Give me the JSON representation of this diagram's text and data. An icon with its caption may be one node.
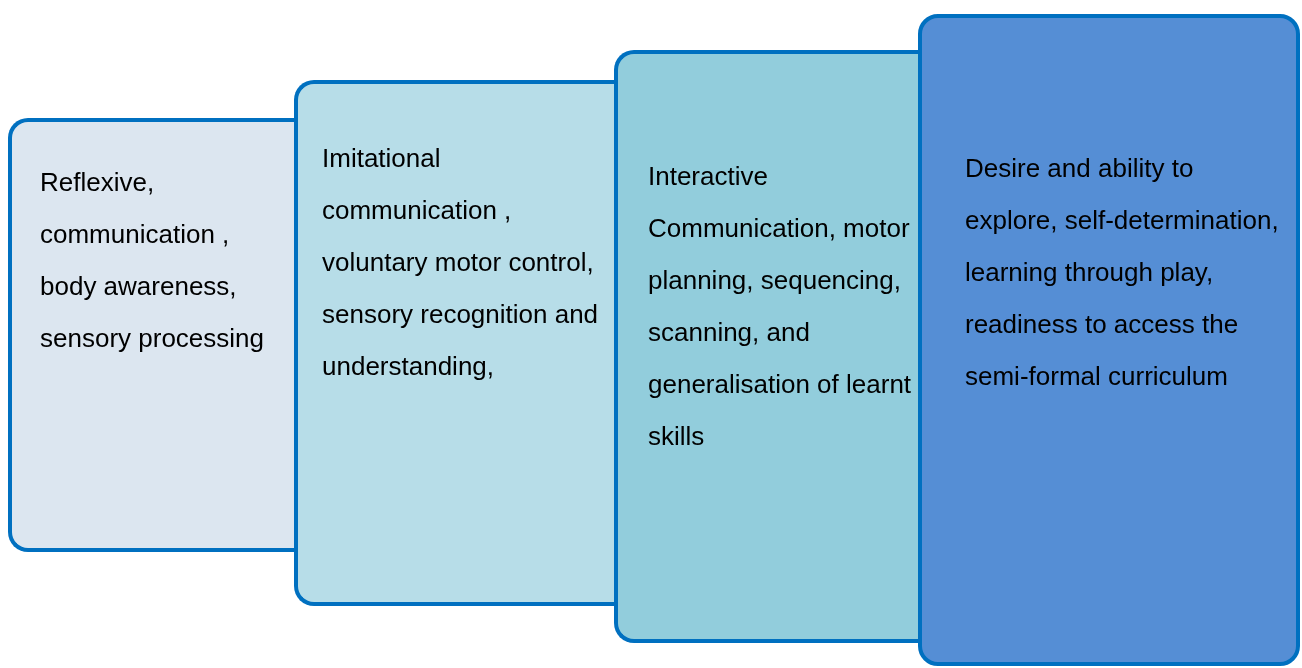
{
  "diagram": {
    "nodes": [
      {
        "text": [
          "Reflexive, communication , body awareness, sensory processing"
        ]
      },
      {
        "text": [
          "Imitational communication , voluntary motor control, sensory recognition and understanding,"
        ]
      },
      {
        "text": [
          "Interactive Communication, motor planning, sequencing, scanning, and generalisation of learnt skills"
        ]
      },
      {
        "text": [
          "Desire and ability to explore, self-determination, learning through play, readiness to access the semi-formal curriculum"
        ]
      }
    ]
  }
}
